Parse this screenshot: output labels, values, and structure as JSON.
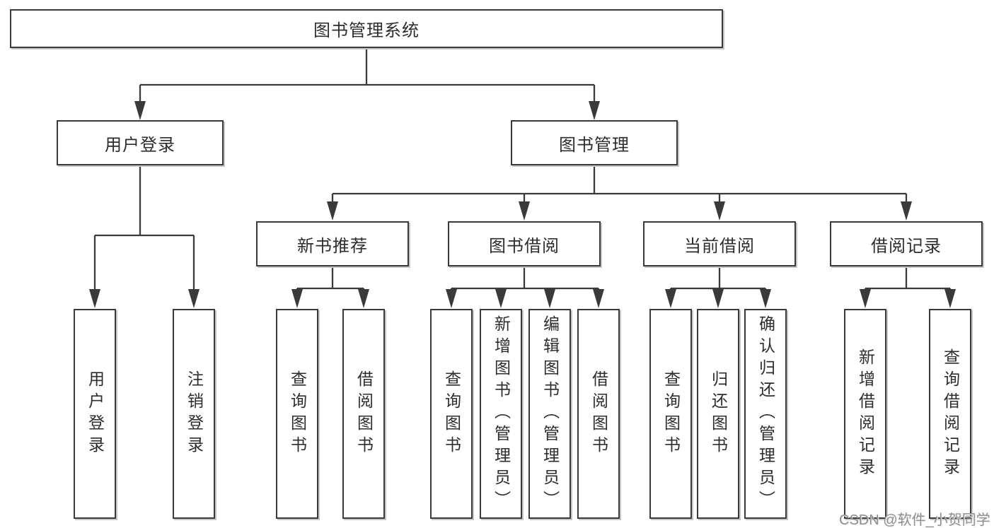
{
  "diagram": {
    "root": {
      "label": "图书管理系统",
      "children": [
        {
          "label": "用户登录",
          "children": [
            {
              "label": "用户登录"
            },
            {
              "label": "注销登录"
            }
          ]
        },
        {
          "label": "图书管理",
          "children": [
            {
              "label": "新书推荐",
              "children": [
                {
                  "label": "查询图书"
                },
                {
                  "label": "借阅图书"
                }
              ]
            },
            {
              "label": "图书借阅",
              "children": [
                {
                  "label": "查询图书"
                },
                {
                  "label": "新增图书（管理员）"
                },
                {
                  "label": "编辑图书（管理员）"
                },
                {
                  "label": "借阅图书"
                }
              ]
            },
            {
              "label": "当前借阅",
              "children": [
                {
                  "label": "查询图书"
                },
                {
                  "label": "归还图书"
                },
                {
                  "label": "确认归还（管理员）"
                }
              ]
            },
            {
              "label": "借阅记录",
              "children": [
                {
                  "label": "新增借阅记录"
                },
                {
                  "label": "查询借阅记录"
                }
              ]
            }
          ]
        }
      ]
    }
  },
  "colors": {
    "line": "#3a3a3a",
    "box_border": "#3a3a3a",
    "text": "#2d2d2d",
    "background": "#ffffff",
    "watermark": "#8d8f92"
  },
  "watermark": {
    "text": "CSDN @软件_小贺同学"
  }
}
